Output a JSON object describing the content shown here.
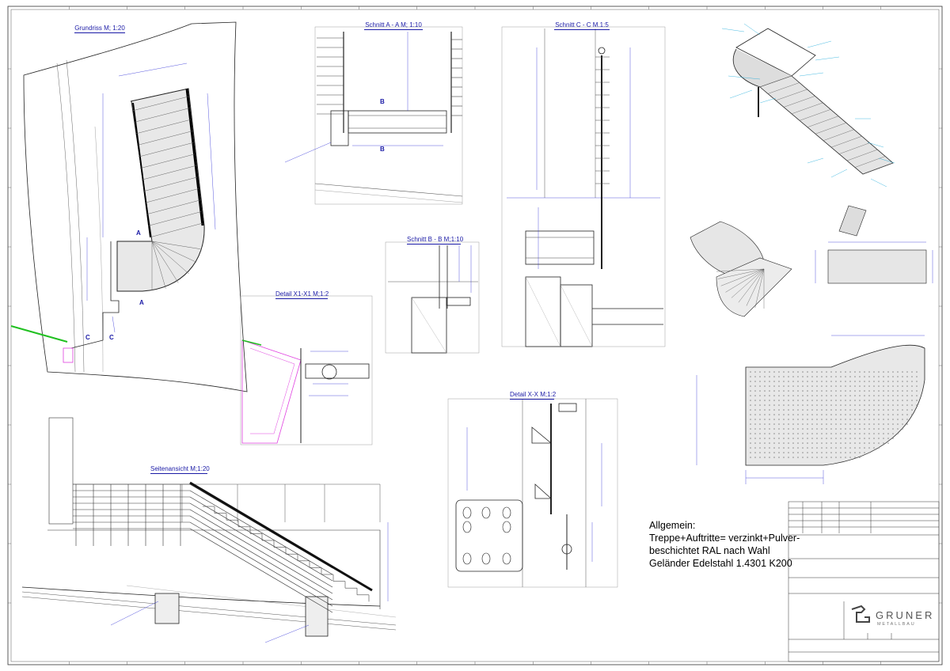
{
  "views": {
    "grundriss": "Grundriss M; 1:20",
    "schnitt_aa": "Schnitt A - A M; 1:10",
    "schnitt_cc": "Schnitt C - C  M.1:5",
    "schnitt_bb": "Schnitt B - B M;1:10",
    "detail_x1": "Detail X1-X1 M;1:2",
    "detail_xx": "Detail X-X M;1:2",
    "seitenansicht": "Seitenansicht M;1:20"
  },
  "section_markers": {
    "a": "A",
    "b": "B",
    "c": "C"
  },
  "notes": {
    "heading": "Allgemein:",
    "line1": "Treppe+Auftritte= verzinkt+Pulver-",
    "line2": "beschichtet RAL nach Wahl",
    "line3": "Geländer Edelstahl 1.4301 K200"
  },
  "logo": {
    "name": "GRUNER",
    "sub": "METALLBAU"
  },
  "colors": {
    "frame_blue": "#1a1aa6",
    "dim_blue": "#2b2bd6",
    "cyan": "#19a9d9",
    "magenta": "#e040e0",
    "green": "#20c020"
  }
}
